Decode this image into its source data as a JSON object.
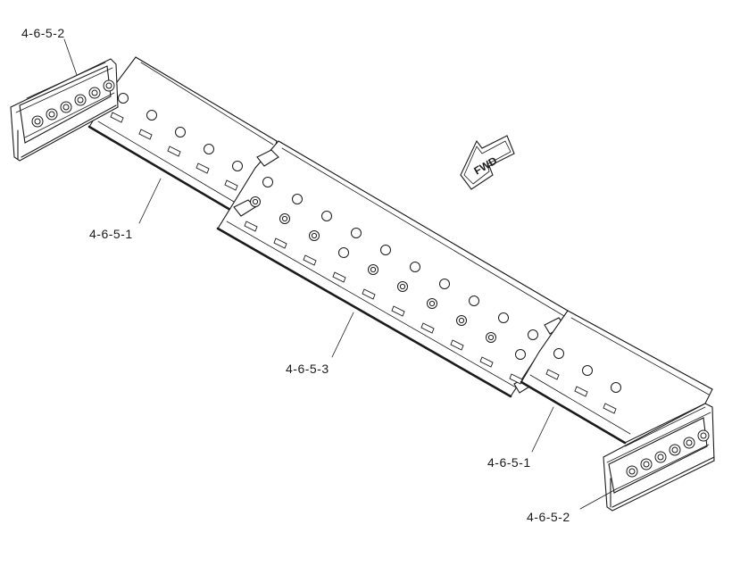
{
  "callouts": [
    {
      "id": "top-left-end-bit",
      "text": "4-6-5-2"
    },
    {
      "id": "left-cutting-edge",
      "text": "4-6-5-1"
    },
    {
      "id": "center-cutting-edge",
      "text": "4-6-5-3"
    },
    {
      "id": "right-cutting-edge",
      "text": "4-6-5-1"
    },
    {
      "id": "bottom-right-end-bit",
      "text": "4-6-5-2"
    }
  ],
  "fwd_arrow": {
    "text": "FWD"
  },
  "colors": {
    "line": "#1a1a1a",
    "background": "#ffffff"
  }
}
